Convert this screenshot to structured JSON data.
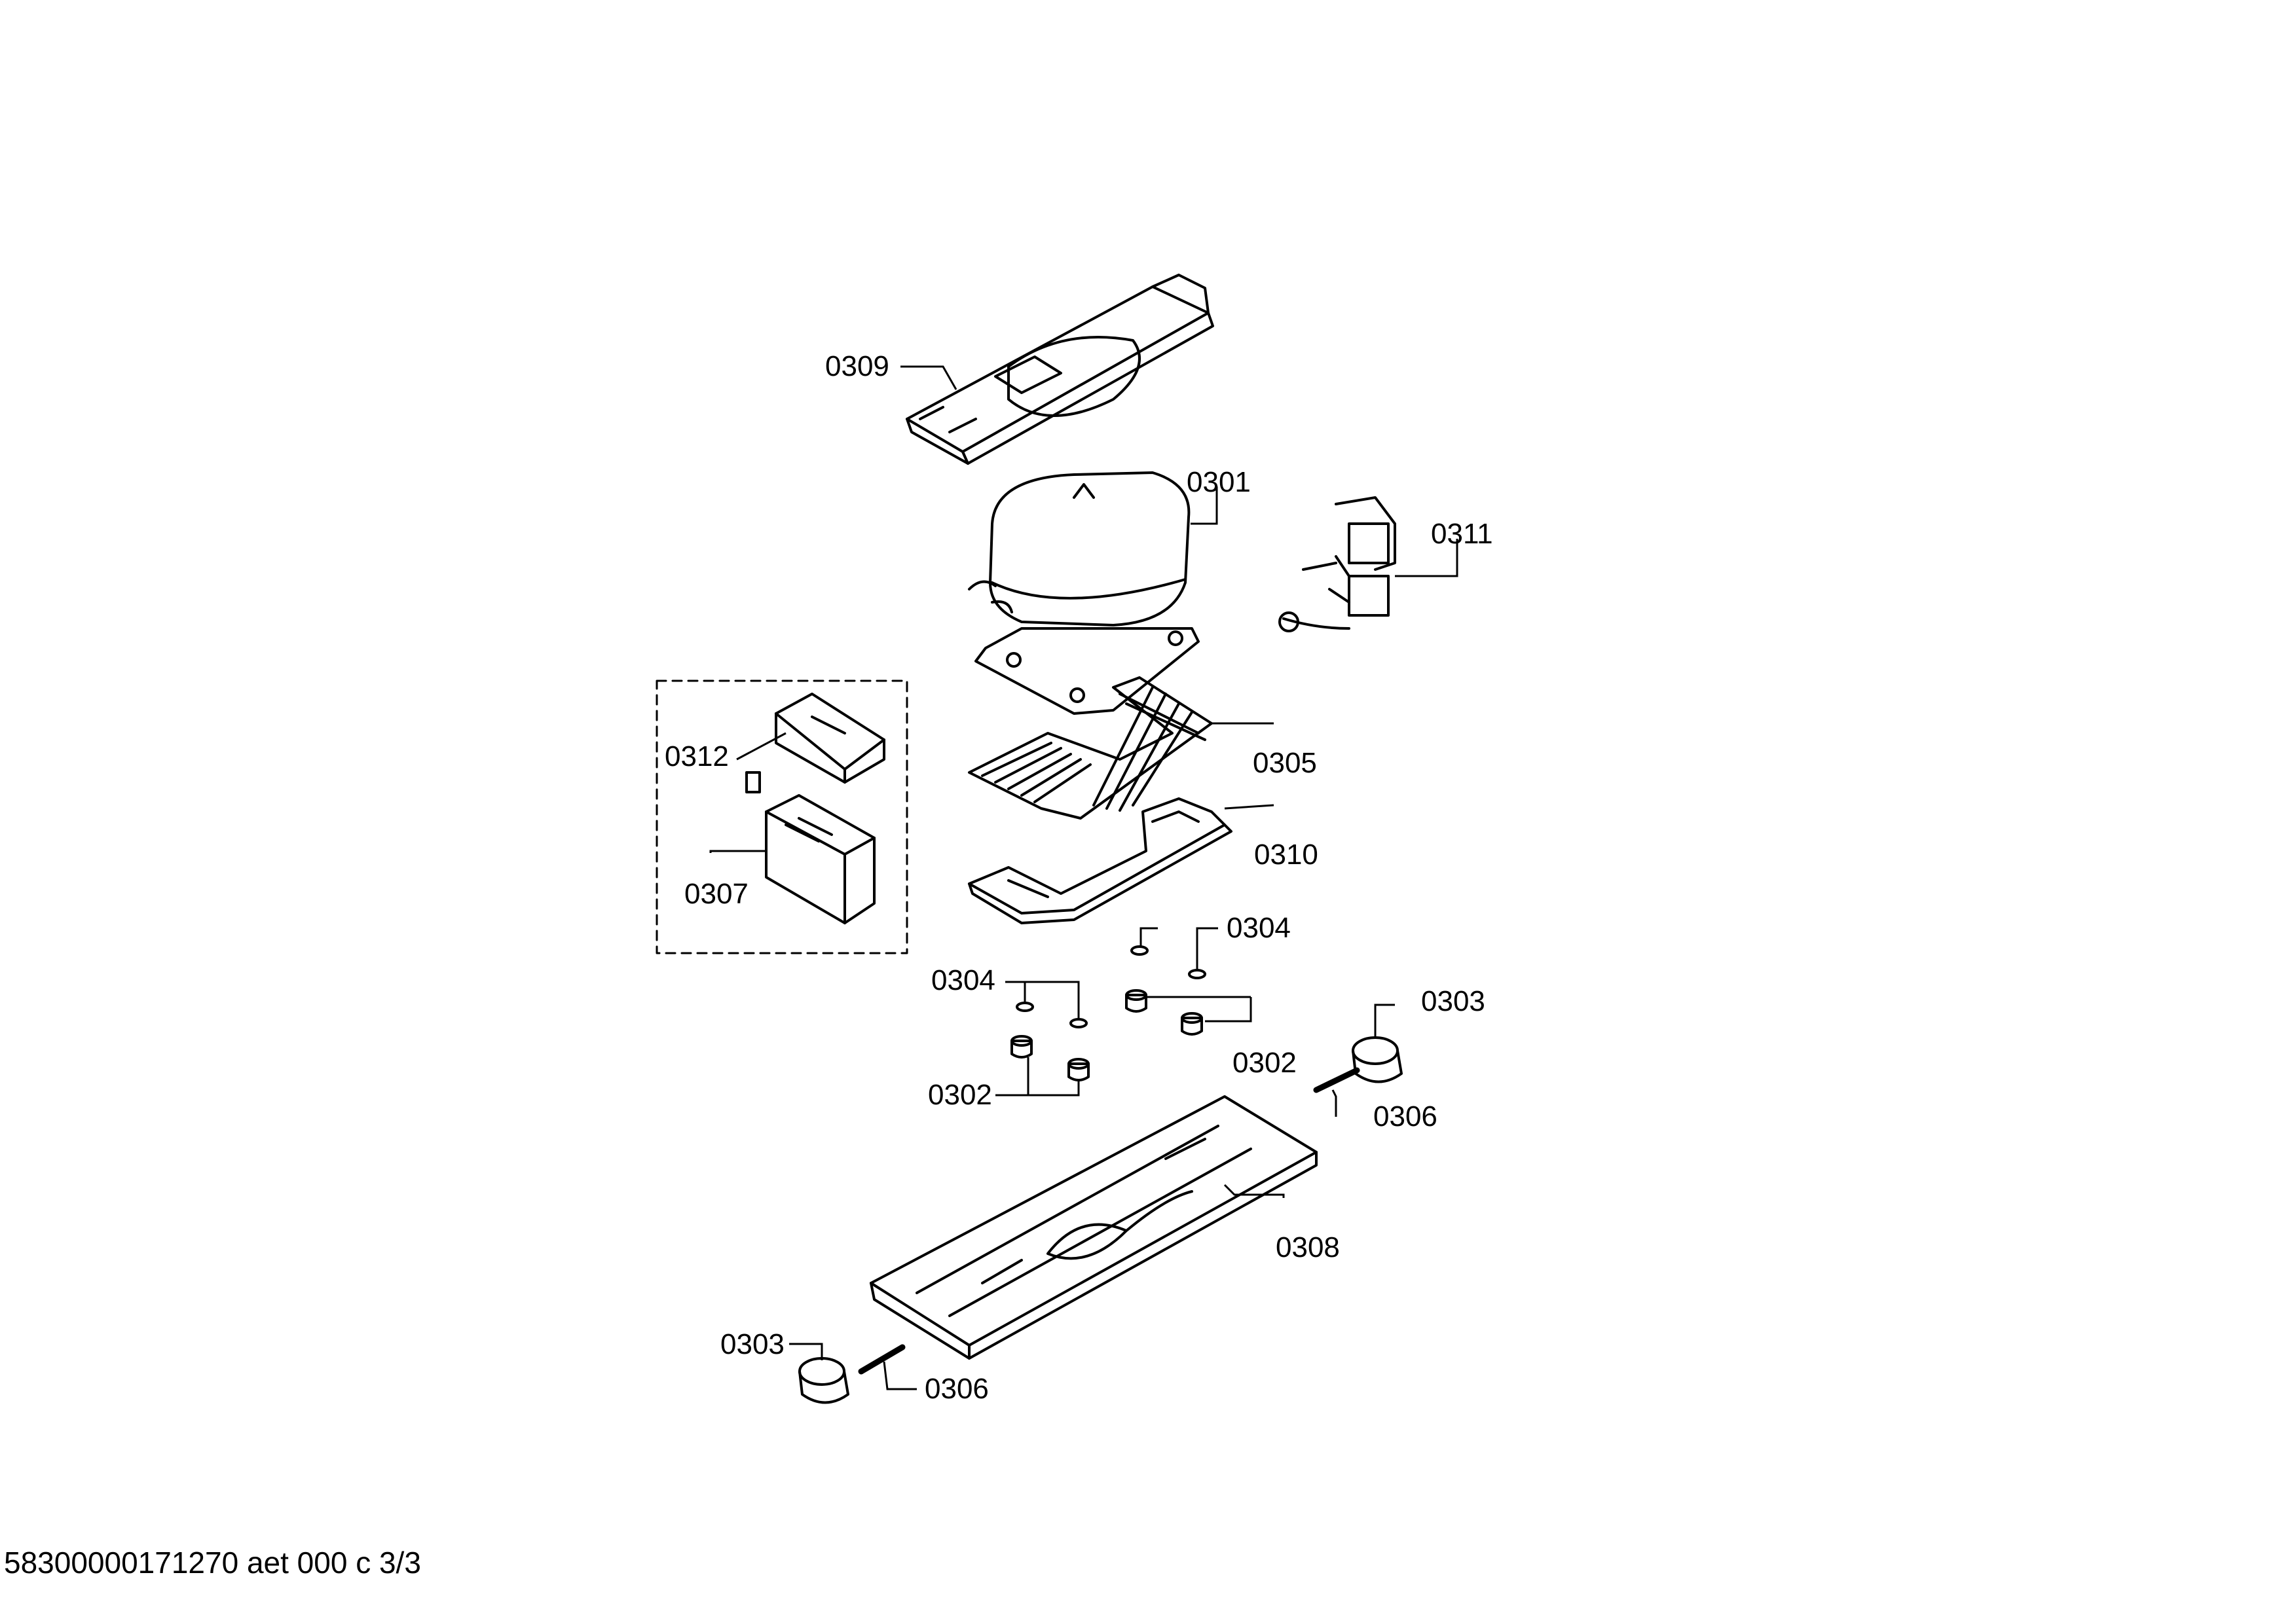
{
  "labels": {
    "p0309": "0309",
    "p0301": "0301",
    "p0311": "0311",
    "p0312": "0312",
    "p0305": "0305",
    "p0310": "0310",
    "p0307": "0307",
    "p0304_right": "0304",
    "p0304_left": "0304",
    "p0302_right": "0302",
    "p0302_left": "0302",
    "p0303_right": "0303",
    "p0306_right": "0306",
    "p0308": "0308",
    "p0303_left": "0303",
    "p0306_left": "0306"
  },
  "footer": {
    "doc_id": "58300000171270 aet 000 c 3/3"
  }
}
